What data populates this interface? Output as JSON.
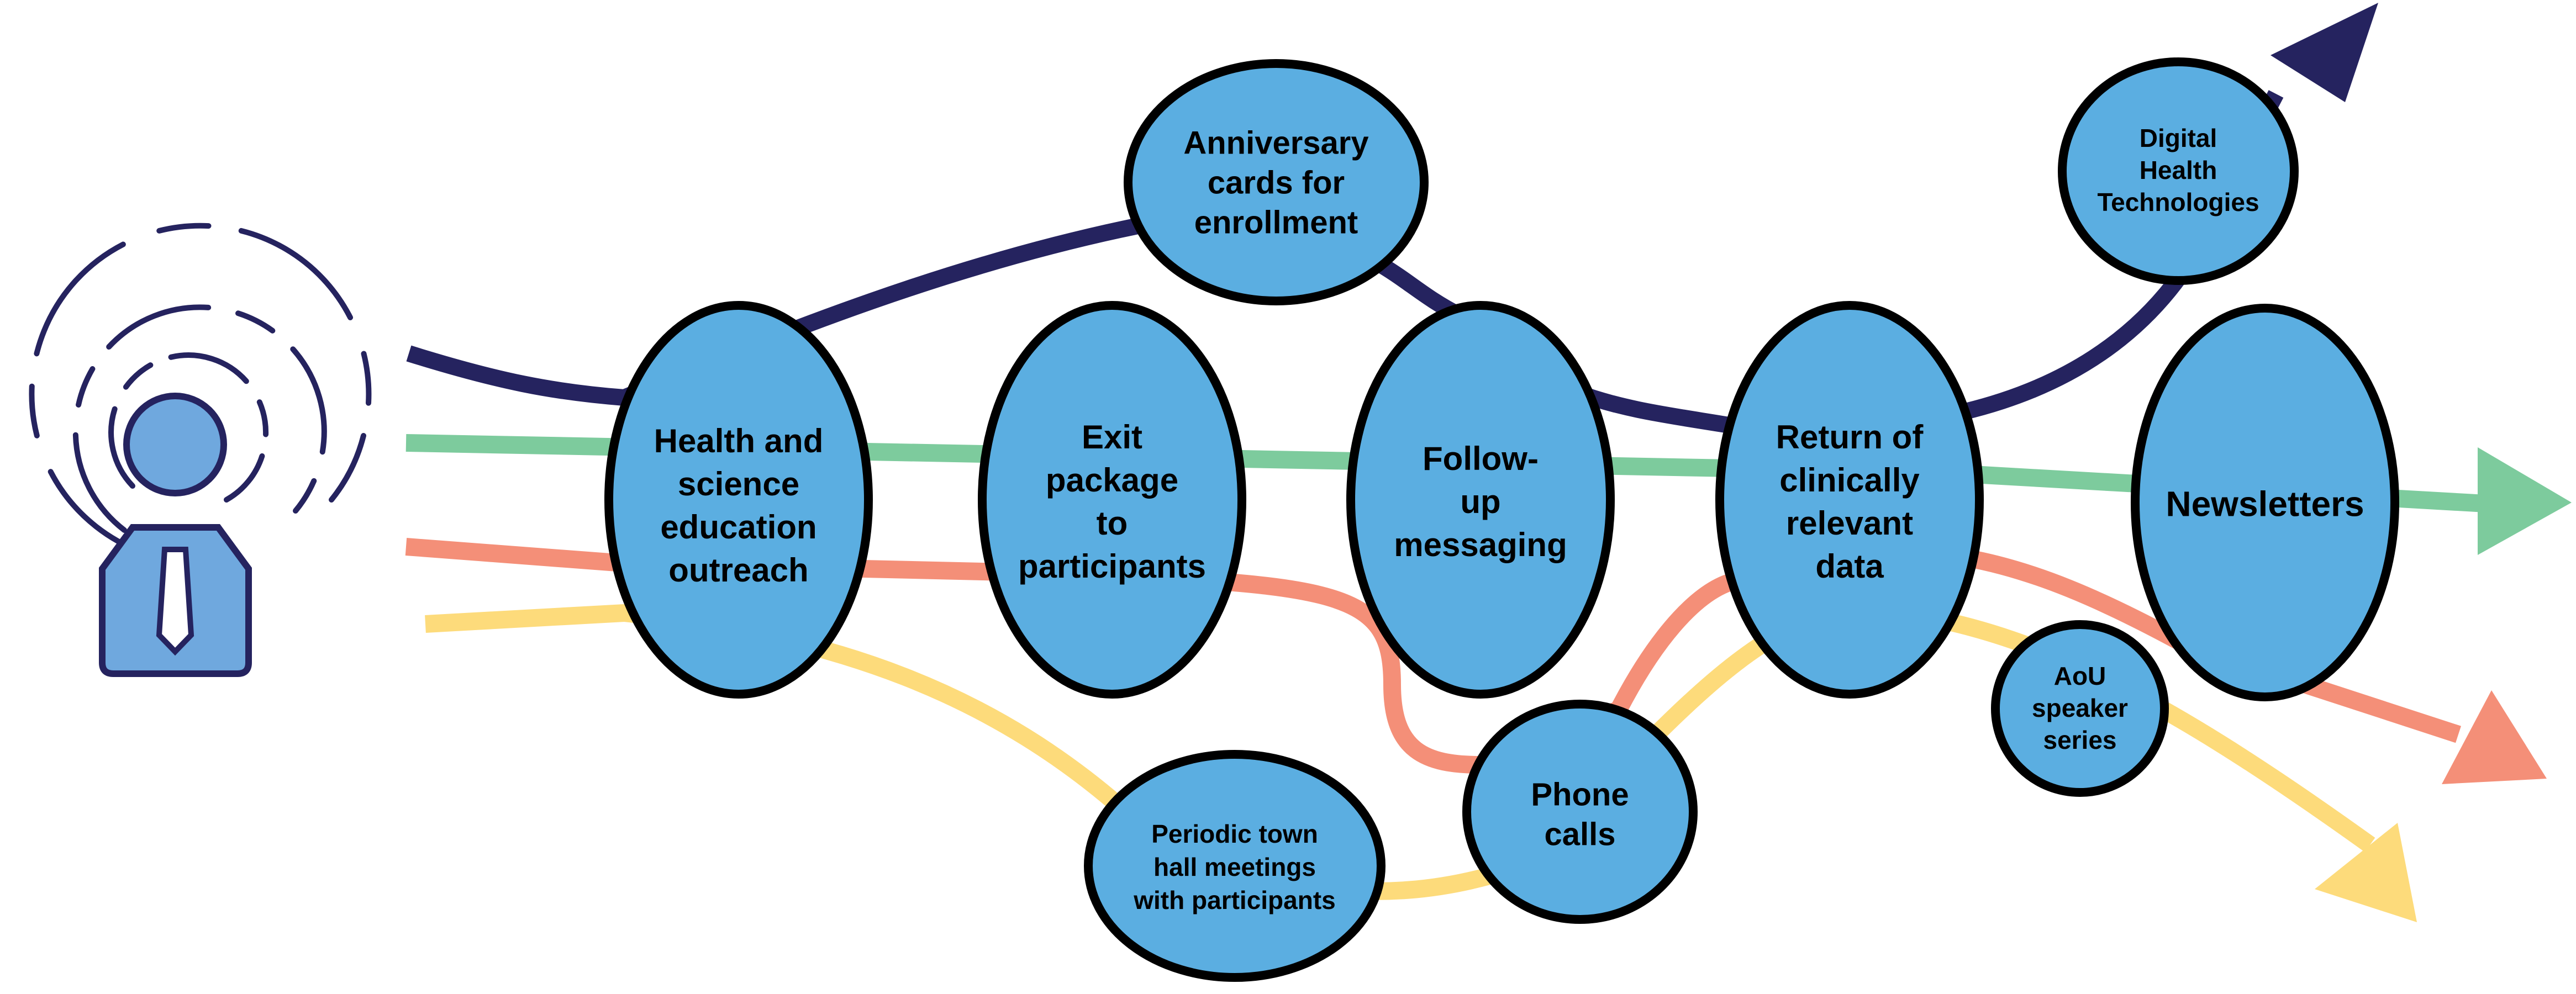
{
  "colors": {
    "navy": "#25235F",
    "green": "#7DCB9D",
    "salmon": "#F48F78",
    "yellow": "#FDDB7B",
    "node_fill": "#5BAEE1",
    "node_stroke": "#000000",
    "icon_fill": "#6FA8DE",
    "icon_stroke": "#25235F"
  },
  "icon": {
    "name": "broadcasting-person-icon"
  },
  "nodes": {
    "outreach": {
      "lines": [
        "Health and",
        "science",
        "education",
        "outreach"
      ]
    },
    "exit": {
      "lines": [
        "Exit",
        "package",
        "to",
        "participants"
      ]
    },
    "followup": {
      "lines": [
        "Follow-",
        "up",
        "messaging"
      ]
    },
    "returndata": {
      "lines": [
        "Return of",
        "clinically",
        "relevant",
        "data"
      ]
    },
    "newsletters": {
      "lines": [
        "Newsletters"
      ]
    },
    "anniversary": {
      "lines": [
        "Anniversary",
        "cards for",
        "enrollment"
      ]
    },
    "digital": {
      "lines": [
        "Digital",
        "Health",
        "Technologies"
      ]
    },
    "townhall": {
      "lines": [
        "Periodic town",
        "hall meetings",
        "with participants"
      ]
    },
    "phone": {
      "lines": [
        "Phone",
        "calls"
      ]
    },
    "speaker": {
      "lines": [
        "AoU",
        "speaker",
        "series"
      ]
    }
  }
}
